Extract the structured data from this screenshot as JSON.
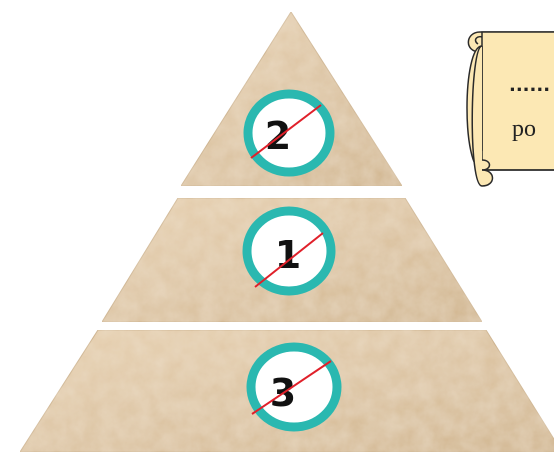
{
  "pyramid": {
    "tiers": [
      {
        "id": "top",
        "number": "2"
      },
      {
        "id": "middle",
        "number": "1"
      },
      {
        "id": "bottom",
        "number": "3"
      }
    ]
  },
  "scroll": {
    "dots": "......",
    "partial_text": "po"
  },
  "colors": {
    "sand": "#dcc3a1",
    "ring": "#2ab8b0",
    "strike": "#e0202a",
    "scroll_fill": "#fce8b4",
    "scroll_stroke": "#2a2a2a"
  }
}
